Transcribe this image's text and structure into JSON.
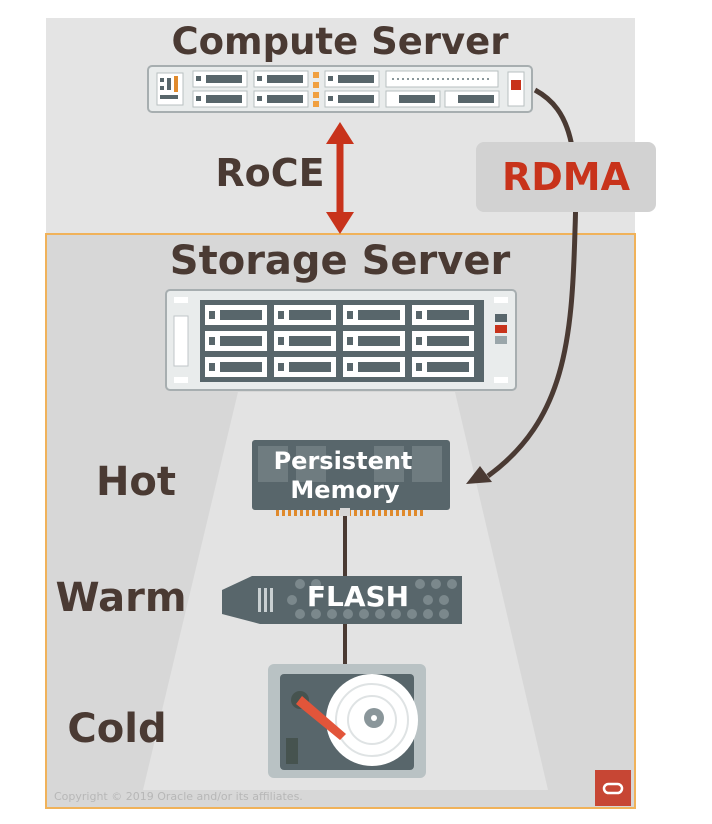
{
  "compute": {
    "title": "Compute Server"
  },
  "storage": {
    "title": "Storage Server"
  },
  "links": {
    "roce": "RoCE",
    "rdma": "RDMA"
  },
  "tiers": {
    "hot": "Hot",
    "warm": "Warm",
    "cold": "Cold",
    "pmem_line1": "Persistent",
    "pmem_line2": "Memory",
    "flash": "FLASH"
  },
  "footer": {
    "copyright": "Copyright © 2019 Oracle and/or its affiliates."
  },
  "colors": {
    "text": "#4a3a33",
    "accent_red": "#c8331b",
    "orange_border": "#f0b25a",
    "compute_bg": "#e4e4e4",
    "storage_bg": "#d7d7d7",
    "device": "#58666b",
    "logo_red": "#c74634"
  },
  "icons": {
    "logo": "oracle-logo-icon",
    "disk": "hard-disk-icon"
  }
}
